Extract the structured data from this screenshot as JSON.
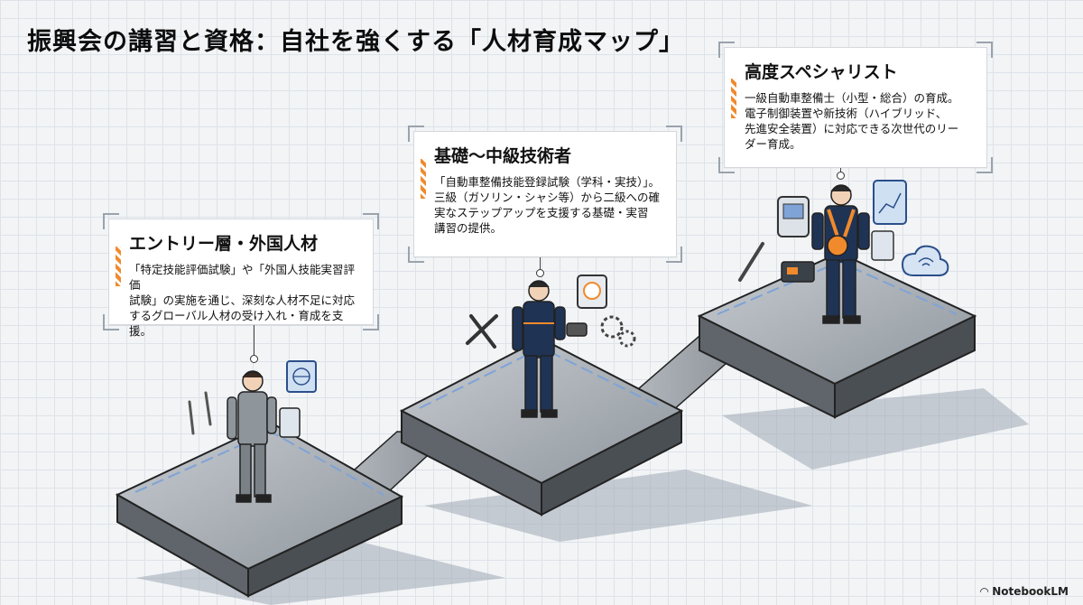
{
  "title": "振興会の講習と資格：自社を強くする「人材育成マップ」",
  "levels": [
    {
      "heading": "エントリー層・外国人材",
      "lines": [
        "「特定技能評価試験」や「外国人技能実習評価",
        "試験」の実施を通じ、深刻な人材不足に対応",
        "するグローバル人材の受け入れ・育成を支援。"
      ]
    },
    {
      "heading": "基礎〜中級技術者",
      "lines": [
        "「自動車整備技能登録試験（学科・実技）」。",
        "三級（ガソリン・シャシ等）から二級への確",
        "実なステップアップを支援する基礎・実習",
        "講習の提供。"
      ]
    },
    {
      "heading": "高度スペシャリスト",
      "lines": [
        "一級自動車整備士（小型・総合）の育成。",
        "電子制御装置や新技術（ハイブリッド、",
        "先進安全装置）に対応できる次世代のリー",
        "ダー育成。"
      ]
    }
  ],
  "logo": "NotebookLM",
  "colors": {
    "accent": "#f08a2c",
    "navy": "#1f3354",
    "grey_suit": "#8e959b",
    "platform": "#a9afb5"
  }
}
